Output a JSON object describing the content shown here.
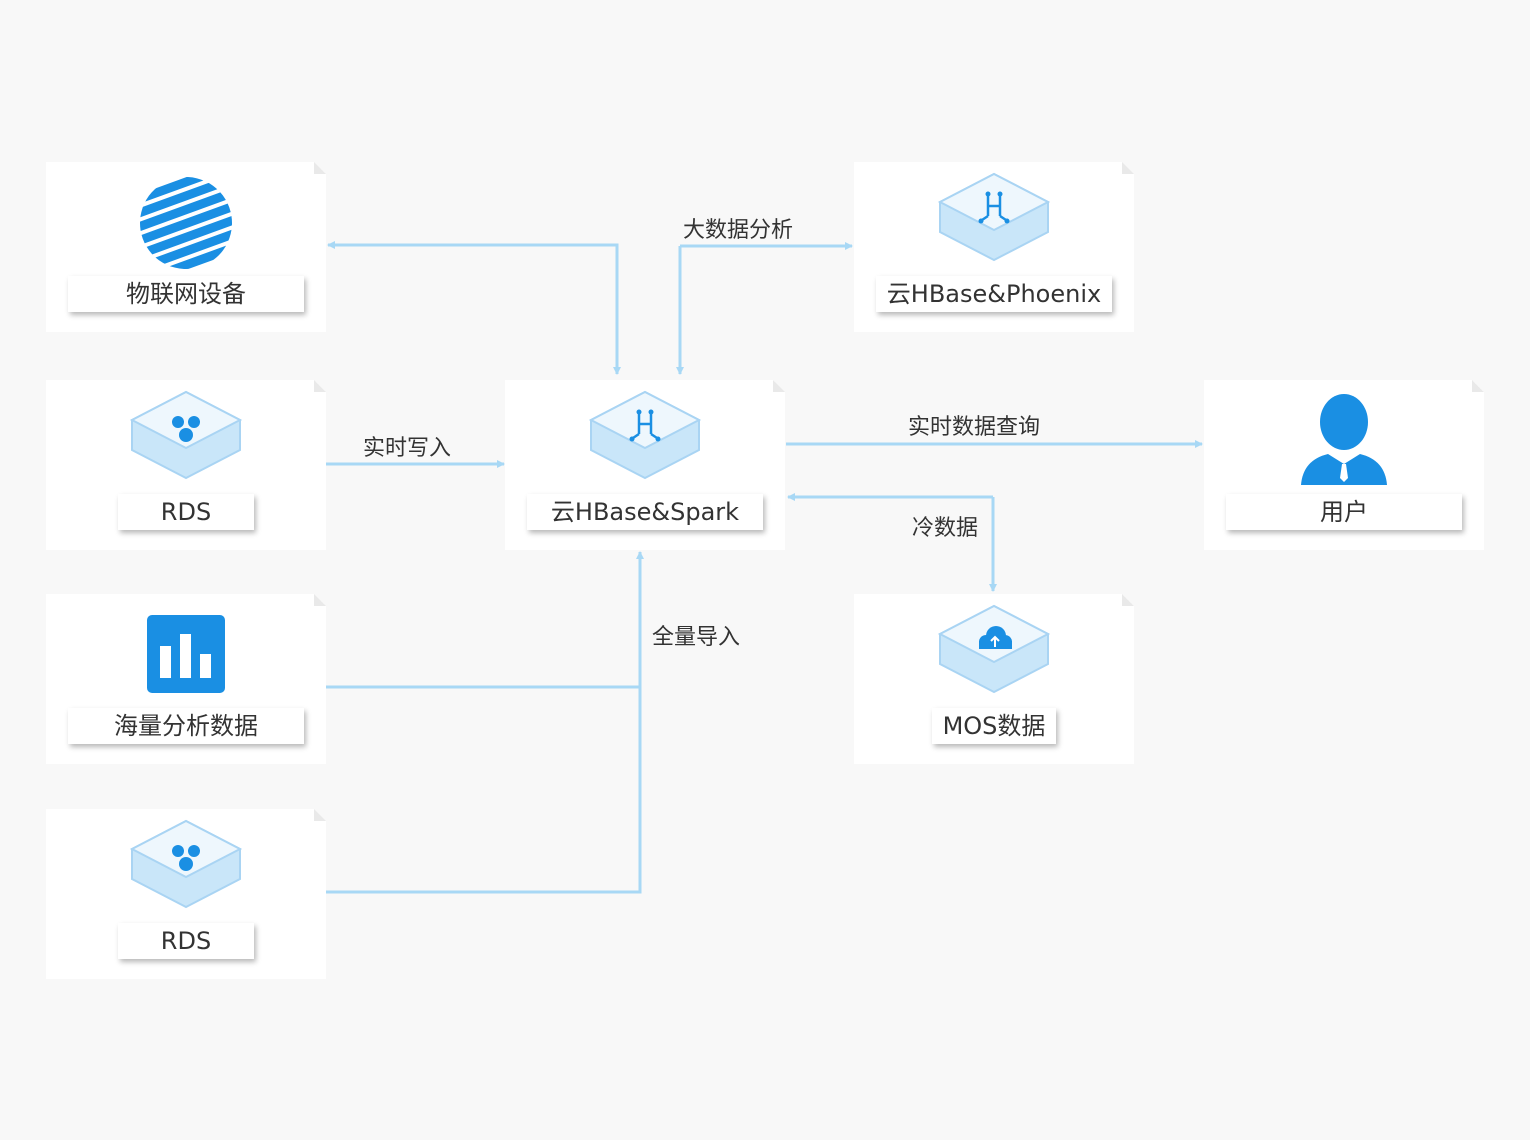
{
  "nodes": {
    "iot_devices": {
      "label": "物联网设备",
      "icon": "globe-icon"
    },
    "rds_realtime": {
      "label": "RDS",
      "icon": "rds-database-icon"
    },
    "massive_data": {
      "label": "海量分析数据",
      "icon": "bar-chart-icon"
    },
    "rds_bulk": {
      "label": "RDS",
      "icon": "rds-database-icon"
    },
    "hbase_spark": {
      "label": "云HBase&Spark",
      "icon": "hbase-cube-icon"
    },
    "hbase_phoenix": {
      "label": "云HBase&Phoenix",
      "icon": "hbase-cube-icon"
    },
    "user": {
      "label": "用户",
      "icon": "user-icon"
    },
    "mos_data": {
      "label": "MOS数据",
      "icon": "cloud-storage-cube-icon"
    }
  },
  "edges": {
    "realtime_write": "实时写入",
    "big_data_analysis": "大数据分析",
    "realtime_query": "实时数据查询",
    "cold_data": "冷数据",
    "bulk_import": "全量导入"
  },
  "colors": {
    "arrow": "#a8d8f5",
    "icon_blue": "#1a8fe3",
    "cube_top": "#eef7fd",
    "cube_side": "#c9e6f9",
    "background": "#f8f8f8",
    "text": "#333333"
  }
}
